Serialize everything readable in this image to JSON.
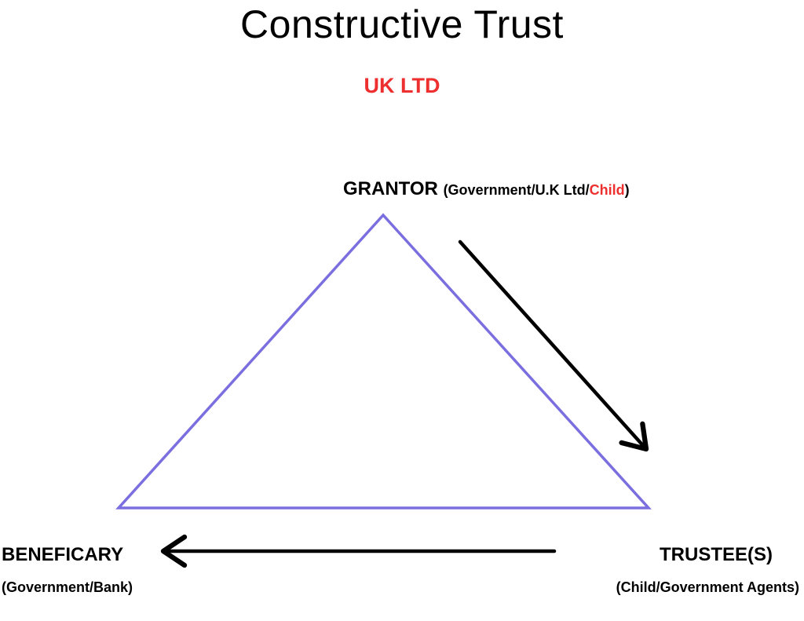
{
  "title": "Constructive Trust",
  "subtitle": "UK LTD",
  "colors": {
    "accent": "#ee2f2f",
    "triangle": "#7b6fe0",
    "arrow": "#000000",
    "text": "#000000"
  },
  "nodes": {
    "grantor": {
      "name": "GRANTOR",
      "detail_open": "(Government/U.K Ltd/",
      "detail_highlight": "Child",
      "detail_close": ")"
    },
    "beneficiary": {
      "name": "BENEFICARY",
      "detail": "(Government/Bank)"
    },
    "trustee": {
      "name": "TRUSTEE(S)",
      "detail": "(Child/Government Agents)"
    }
  },
  "edges": [
    {
      "from": "grantor",
      "to": "trustee"
    },
    {
      "from": "trustee",
      "to": "beneficiary"
    }
  ]
}
